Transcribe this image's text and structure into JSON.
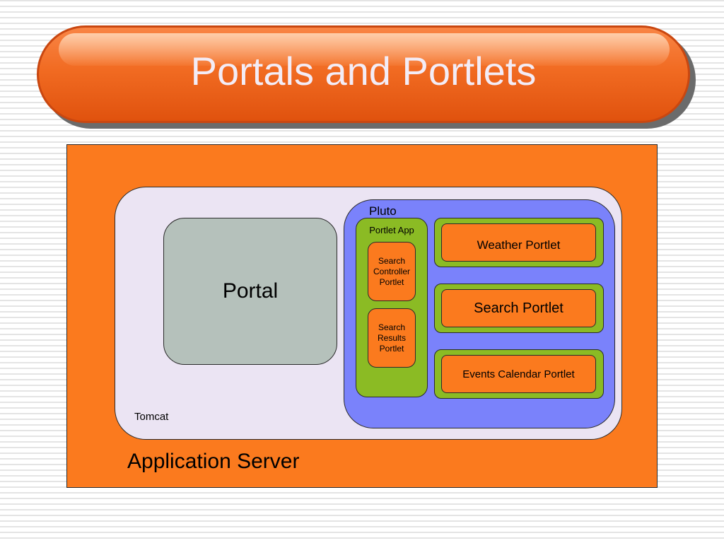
{
  "slide": {
    "title": "Portals and Portlets"
  },
  "diagram": {
    "application_server": "Application Server",
    "tomcat": "Tomcat",
    "portal": "Portal",
    "pluto": "Pluto",
    "portlet_app": {
      "label": "Portlet App",
      "portlets": [
        "Search\nController\nPortlet",
        "Search\nResults\nPortlet"
      ]
    },
    "portlets": [
      "Weather Portlet",
      "Search Portlet",
      "Events Calendar Portlet"
    ]
  },
  "colors": {
    "orange": "#fb7a1e",
    "tomcat_fill": "#ebe4f3",
    "portal_fill": "#b5c1bb",
    "pluto_fill": "#7a82fb",
    "green": "#8bbb24"
  }
}
